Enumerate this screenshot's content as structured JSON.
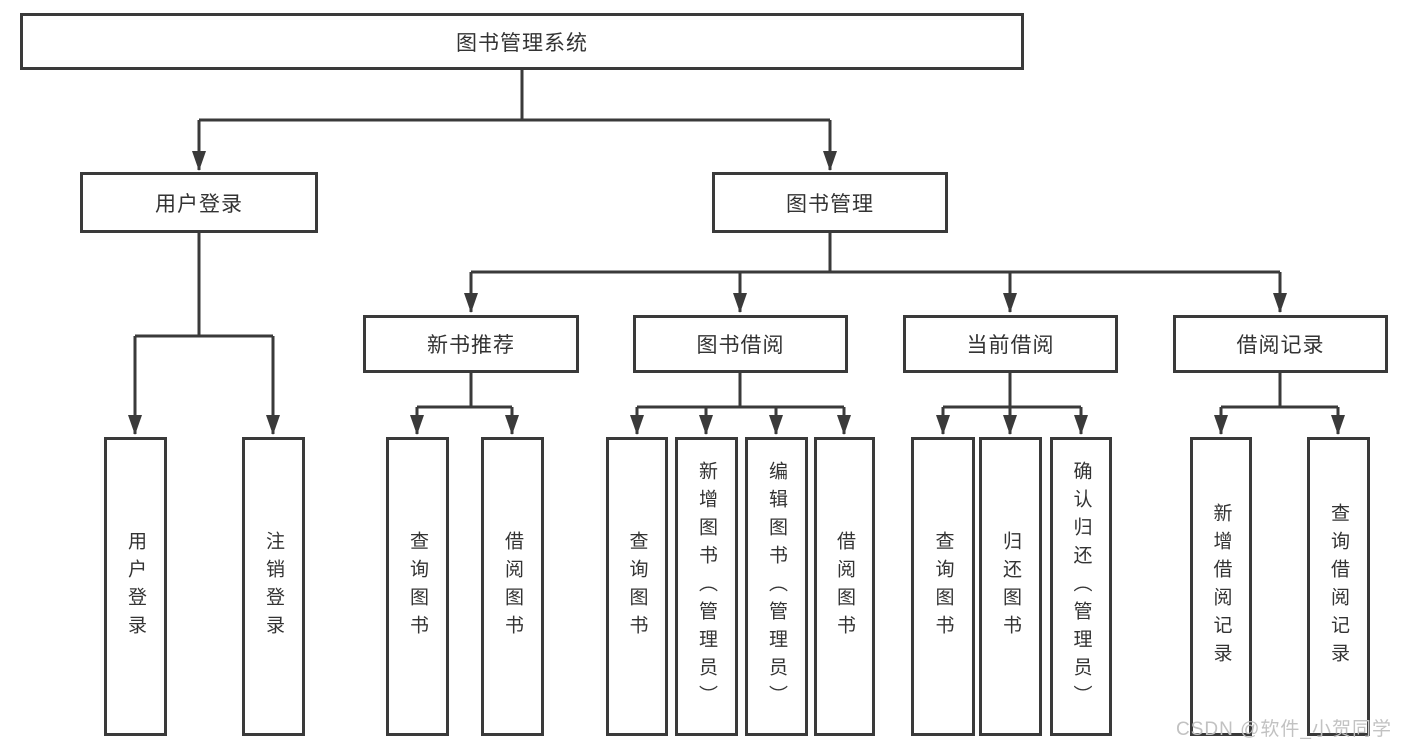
{
  "diagram": {
    "tree": {
      "label": "图书管理系统",
      "children": [
        {
          "label": "用户登录",
          "children": [
            {
              "label": "用户登录"
            },
            {
              "label": "注销登录"
            }
          ]
        },
        {
          "label": "图书管理",
          "children": [
            {
              "label": "新书推荐",
              "children": [
                {
                  "label": "查询图书"
                },
                {
                  "label": "借阅图书"
                }
              ]
            },
            {
              "label": "图书借阅",
              "children": [
                {
                  "label": "查询图书"
                },
                {
                  "label": "新增图书（管理员）"
                },
                {
                  "label": "编辑图书（管理员）"
                },
                {
                  "label": "借阅图书"
                }
              ]
            },
            {
              "label": "当前借阅",
              "children": [
                {
                  "label": "查询图书"
                },
                {
                  "label": "归还图书"
                },
                {
                  "label": "确认归还（管理员）"
                }
              ]
            },
            {
              "label": "借阅记录",
              "children": [
                {
                  "label": "新增借阅记录"
                },
                {
                  "label": "查询借阅记录"
                }
              ]
            }
          ]
        }
      ]
    },
    "colors": {
      "line": "#3a3a3a",
      "text": "#333333",
      "background": "#ffffff",
      "watermark": "#c2c2c2"
    }
  },
  "watermark": {
    "text": "CSDN @软件_小贺同学"
  }
}
